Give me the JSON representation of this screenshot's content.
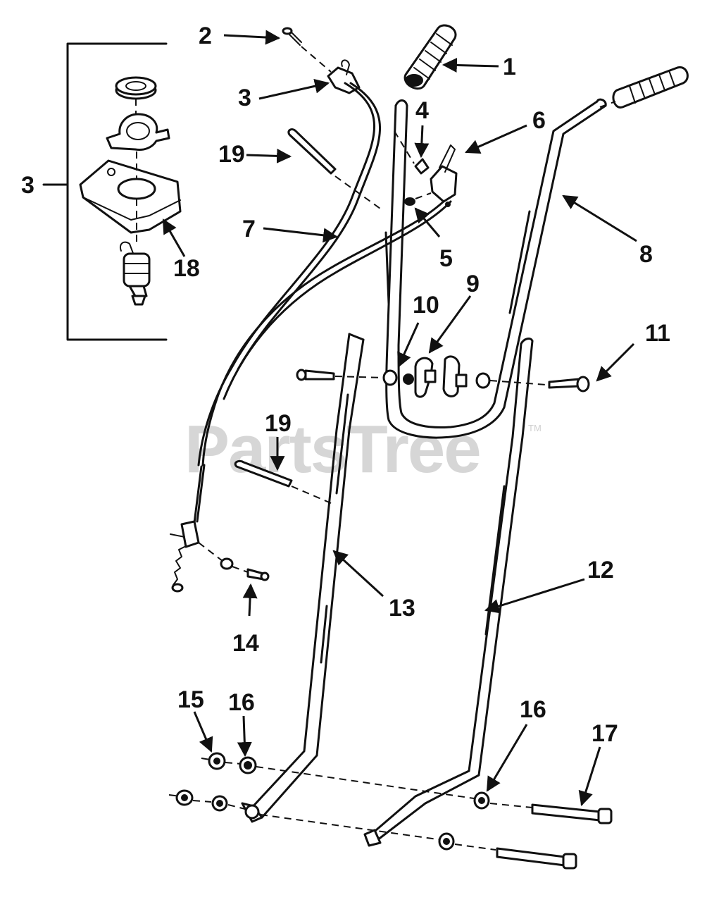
{
  "watermark": "PartsTree",
  "watermark_mark": "TM",
  "labels": {
    "l1": "1",
    "l2": "2",
    "l3a": "3",
    "l3b": "3",
    "l4": "4",
    "l5": "5",
    "l6": "6",
    "l7": "7",
    "l8": "8",
    "l9": "9",
    "l10": "10",
    "l11": "11",
    "l12": "12",
    "l13": "13",
    "l14": "14",
    "l15": "15",
    "l16a": "16",
    "l16b": "16",
    "l17": "17",
    "l18": "18",
    "l19a": "19",
    "l19b": "19"
  }
}
